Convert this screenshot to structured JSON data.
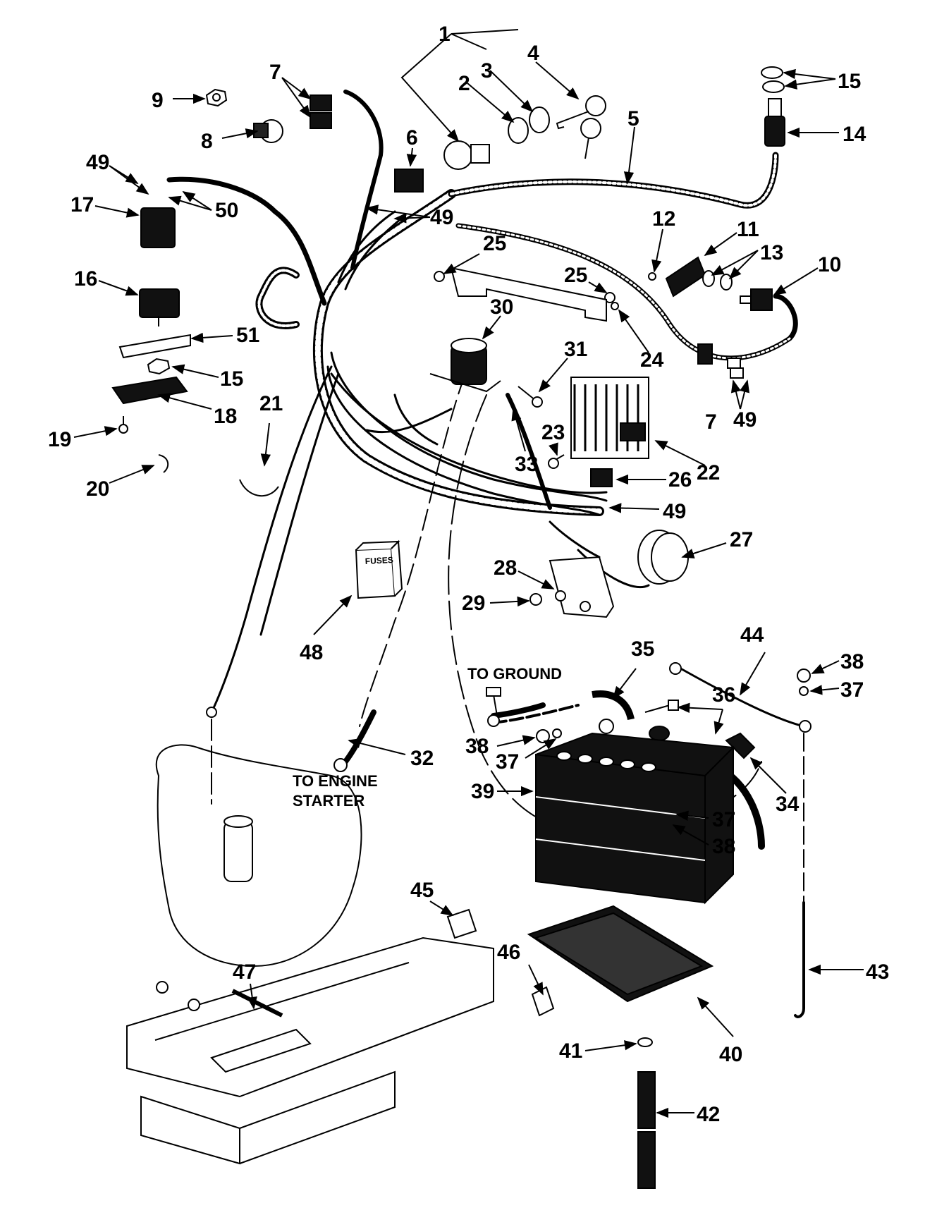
{
  "callouts": [
    {
      "n": "1"
    },
    {
      "n": "2"
    },
    {
      "n": "3"
    },
    {
      "n": "4"
    },
    {
      "n": "5"
    },
    {
      "n": "6"
    },
    {
      "n": "7"
    },
    {
      "n": "7"
    },
    {
      "n": "8"
    },
    {
      "n": "9"
    },
    {
      "n": "10"
    },
    {
      "n": "11"
    },
    {
      "n": "12"
    },
    {
      "n": "13"
    },
    {
      "n": "14"
    },
    {
      "n": "15"
    },
    {
      "n": "15"
    },
    {
      "n": "16"
    },
    {
      "n": "17"
    },
    {
      "n": "18"
    },
    {
      "n": "19"
    },
    {
      "n": "20"
    },
    {
      "n": "21"
    },
    {
      "n": "22"
    },
    {
      "n": "23"
    },
    {
      "n": "24"
    },
    {
      "n": "25"
    },
    {
      "n": "25"
    },
    {
      "n": "26"
    },
    {
      "n": "27"
    },
    {
      "n": "28"
    },
    {
      "n": "29"
    },
    {
      "n": "30"
    },
    {
      "n": "31"
    },
    {
      "n": "32"
    },
    {
      "n": "33"
    },
    {
      "n": "34"
    },
    {
      "n": "35"
    },
    {
      "n": "36"
    },
    {
      "n": "37"
    },
    {
      "n": "37"
    },
    {
      "n": "37"
    },
    {
      "n": "38"
    },
    {
      "n": "38"
    },
    {
      "n": "38"
    },
    {
      "n": "39"
    },
    {
      "n": "40"
    },
    {
      "n": "41"
    },
    {
      "n": "42"
    },
    {
      "n": "43"
    },
    {
      "n": "44"
    },
    {
      "n": "45"
    },
    {
      "n": "46"
    },
    {
      "n": "47"
    },
    {
      "n": "48"
    },
    {
      "n": "49"
    },
    {
      "n": "49"
    },
    {
      "n": "49"
    },
    {
      "n": "49"
    },
    {
      "n": "50"
    },
    {
      "n": "51"
    }
  ],
  "notes": {
    "to_ground": "TO GROUND",
    "to_engine_line1": "TO ENGINE",
    "to_engine_line2": "STARTER"
  },
  "fuse_box_label": "FUSES"
}
